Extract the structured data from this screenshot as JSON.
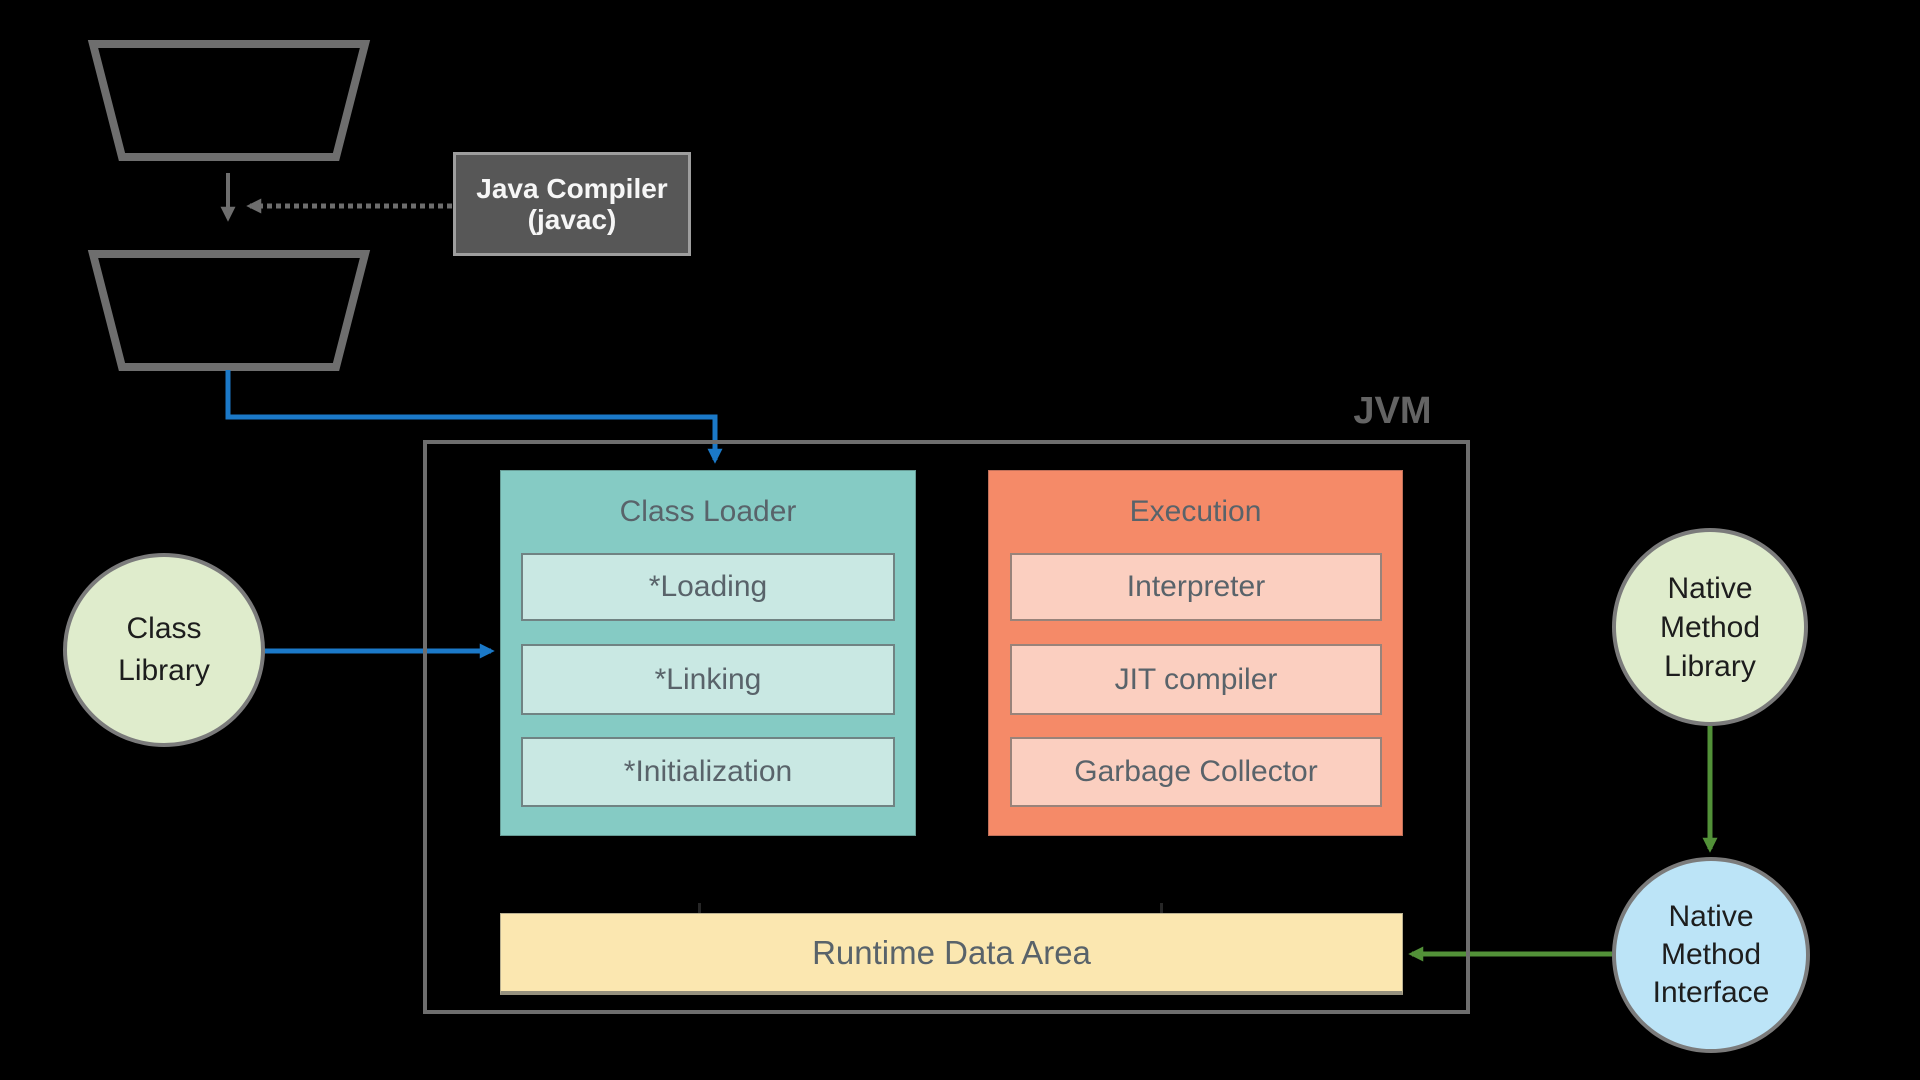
{
  "colors": {
    "bg": "#000000",
    "line-gray": "#6e6e6e",
    "jvm-label": "#646464",
    "compiler-fill": "#575757",
    "compiler-border": "#9e9e9e",
    "compiler-text": "#f6f6f6",
    "teal": "#85cbc4",
    "teal-light": "#c9e8e3",
    "teal-sub-border": "#708383",
    "orange": "#f58a68",
    "orange-light": "#fbcfc0",
    "orange-sub-border": "#99837a",
    "yellow": "#fbe7b0",
    "yellow-border": "#96917e",
    "box-text": "#59636a",
    "green-fill": "#dfeccc",
    "blue-fill": "#bce4f7",
    "circle-border": "#7b7b7b",
    "circle-text": "#1d1d1d",
    "blue-arrow": "#1b79c8",
    "green-arrow": "#529138"
  },
  "compiler": {
    "line1": "Java Compiler",
    "line2": "(javac)"
  },
  "jvm": {
    "label": "JVM"
  },
  "class_loader": {
    "title": "Class Loader",
    "items": [
      "*Loading",
      "*Linking",
      "*Initialization"
    ]
  },
  "execution": {
    "title": "Execution",
    "items": [
      "Interpreter",
      "JIT compiler",
      "Garbage Collector"
    ]
  },
  "runtime_data_area": {
    "label": "Runtime Data Area"
  },
  "circles": {
    "class_library": {
      "lines": [
        "Class",
        "Library"
      ]
    },
    "native_method_library": {
      "lines": [
        "Native",
        "Method",
        "Library"
      ]
    },
    "native_method_interface": {
      "lines": [
        "Native",
        "Method",
        "Interface"
      ]
    }
  }
}
